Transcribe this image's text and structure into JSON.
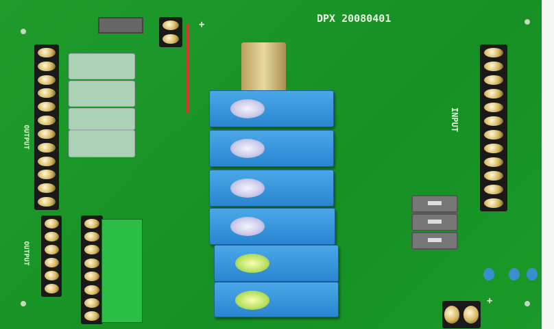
{
  "board": {
    "title": "DPX 20080401",
    "input_label": "INPUT",
    "output_label_top": "OUTPUT",
    "output_label_bottom": "OUTPUT",
    "plus_top": "+",
    "plus_bottom": "+"
  },
  "colors": {
    "pcb": "#1a9a2a",
    "relay": "#3a98e0",
    "terminal": "#1a1a1a"
  }
}
